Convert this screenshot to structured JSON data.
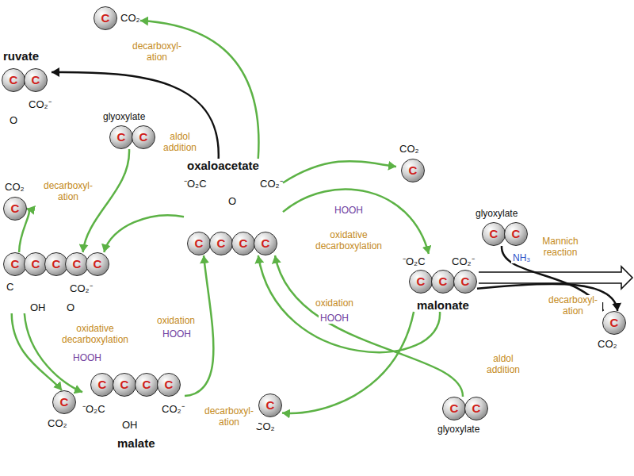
{
  "diagram": {
    "nodes": [
      {
        "text": [
          "C",
          "CO₂"
        ]
      },
      {
        "text": [
          "ruvate",
          "C",
          "C",
          "CO₂⁻",
          "O"
        ]
      },
      {
        "text": [
          "glyoxylate",
          "C",
          "C"
        ]
      },
      {
        "text": [
          "oxaloacetate",
          "⁻O₂C",
          "O",
          "CO₂⁻",
          "C",
          "C",
          "C",
          "C"
        ]
      },
      {
        "text": [
          "CO₂",
          "C"
        ]
      },
      {
        "text": [
          "C",
          "C",
          "C",
          "C",
          "C",
          "C",
          "CO₂⁻",
          "OH",
          "O"
        ]
      },
      {
        "text": [
          "C",
          "CO₂"
        ]
      },
      {
        "text": [
          "C",
          "C",
          "C",
          "C",
          "⁻O₂C",
          "CO₂⁻",
          "OH",
          "malate"
        ]
      },
      {
        "text": [
          "CO₂",
          "C"
        ]
      },
      {
        "text": [
          "⁻O₂C",
          "CO₂⁻",
          "C",
          "C",
          "C",
          "malonate"
        ]
      },
      {
        "text": [
          "glyoxylate",
          "C",
          "C"
        ]
      },
      {
        "text": [
          "C",
          "CO₂"
        ]
      },
      {
        "text": [
          "C",
          "CO₂"
        ]
      },
      {
        "text": [
          "C",
          "C",
          "glyoxylate"
        ]
      }
    ],
    "edges": [
      {
        "from": 3,
        "to": 1,
        "arrow": "to"
      },
      {
        "from": 3,
        "to": 0,
        "label": "decarboxyl- ation",
        "arrow": "to"
      },
      {
        "from": 2,
        "to": 5,
        "label": "aldol addition",
        "arrow": "to"
      },
      {
        "from": 3,
        "to": 5,
        "arrow": "to"
      },
      {
        "from": 5,
        "to": 4,
        "label": "decarboxyl- ation",
        "arrow": "to"
      },
      {
        "from": 5,
        "to": 7,
        "label": "oxidative decarboxylation",
        "arrow": "to"
      },
      {
        "from": 5,
        "to": 6,
        "arrow": "to"
      },
      {
        "from": 7,
        "to": 3,
        "label": "oxidation",
        "arrow": "to"
      },
      {
        "from": 3,
        "to": 9,
        "label": "oxidative decarboxylation",
        "arrow": "to"
      },
      {
        "from": 3,
        "to": 8,
        "arrow": "to"
      },
      {
        "from": 9,
        "to": 3,
        "label": "oxidation",
        "arrow": "to"
      },
      {
        "from": 13,
        "to": 3,
        "label": "aldol addition",
        "arrow": "to"
      },
      {
        "from": 9,
        "to": 12,
        "label": "decarboxyl- ation",
        "arrow": "to"
      },
      {
        "from": 10,
        "to": 11,
        "label": "Mannich reaction",
        "arrow": "to"
      },
      {
        "from": 9,
        "to": 11,
        "label": "decarboxyl- ation",
        "arrow": "to"
      }
    ],
    "labels": [
      "HOOH",
      "NH₃",
      "HOOH",
      "HOOH",
      "HOOH"
    ]
  }
}
